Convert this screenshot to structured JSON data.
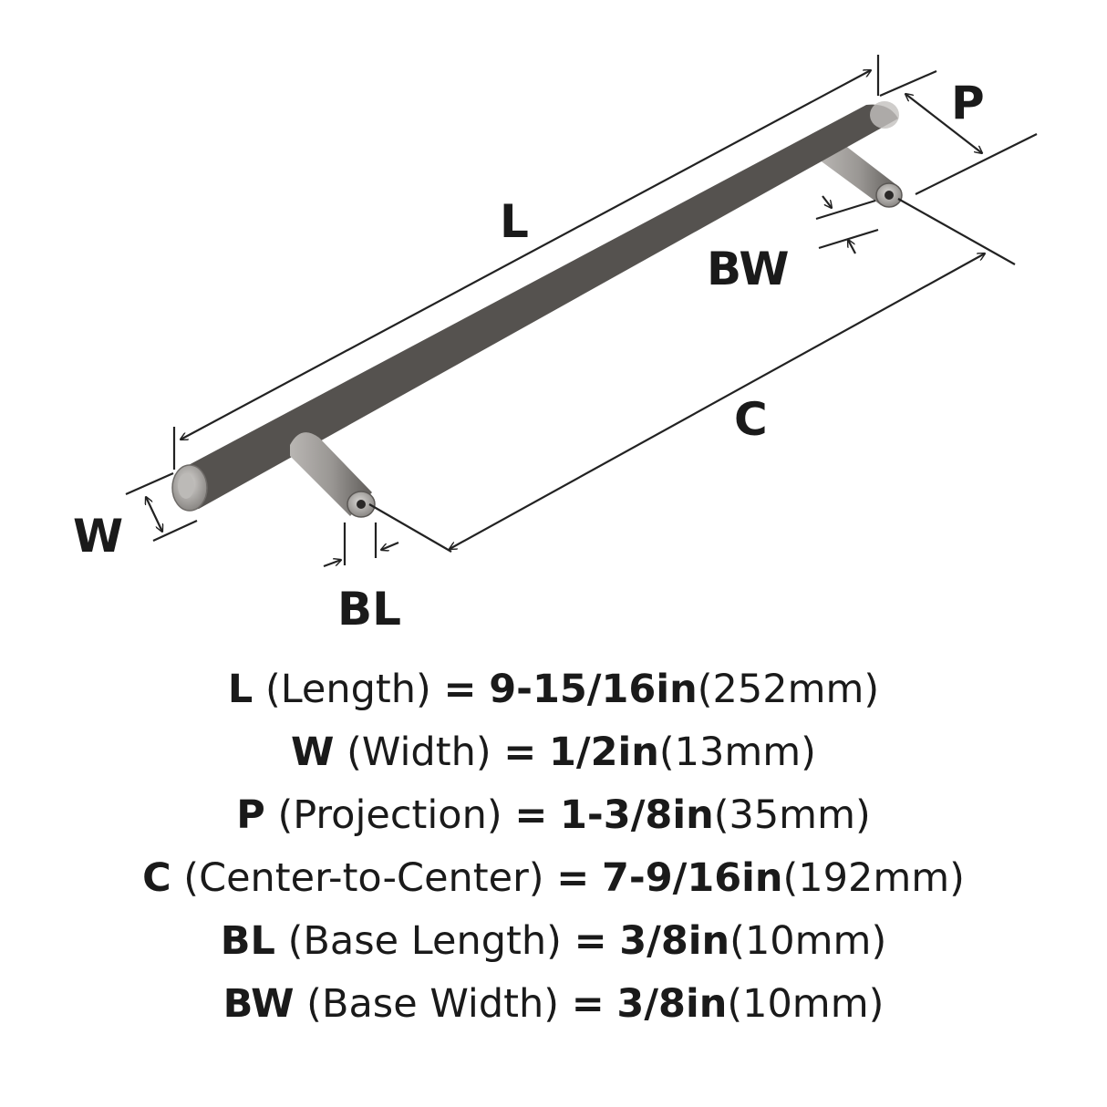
{
  "labels": {
    "L": "L",
    "W": "W",
    "P": "P",
    "C": "C",
    "BL": "BL",
    "BW": "BW"
  },
  "specs": [
    {
      "abbr": "L",
      "name": "(Length)",
      "eq": "=",
      "inch": "9-15/16in",
      "mm": "(252mm)"
    },
    {
      "abbr": "W",
      "name": "(Width)",
      "eq": "=",
      "inch": "1/2in",
      "mm": "(13mm)"
    },
    {
      "abbr": "P",
      "name": "(Projection)",
      "eq": "=",
      "inch": "1-3/8in",
      "mm": "(35mm)"
    },
    {
      "abbr": "C",
      "name": "(Center-to-Center)",
      "eq": "=",
      "inch": "7-9/16in",
      "mm": "(192mm)"
    },
    {
      "abbr": "BL",
      "name": "(Base Length)",
      "eq": "=",
      "inch": "3/8in",
      "mm": "(10mm)"
    },
    {
      "abbr": "BW",
      "name": "(Base Width)",
      "eq": "=",
      "inch": "3/8in",
      "mm": "(10mm)"
    }
  ],
  "colors": {
    "metal_light": "#c9c7c4",
    "metal_mid": "#8d8a87",
    "metal_dark": "#55524f",
    "line": "#222222",
    "text": "#1a1a1a"
  }
}
